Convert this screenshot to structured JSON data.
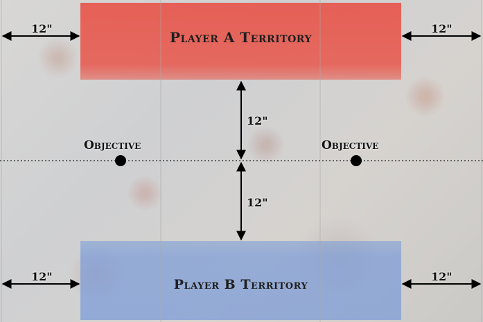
{
  "zones": {
    "player_a": {
      "label": "Player A Territory",
      "color": "#e8564a"
    },
    "player_b": {
      "label": "Player B Territory",
      "color": "#7a9bd8"
    }
  },
  "objectives": {
    "left_label": "Objective",
    "right_label": "Objective",
    "marker_color": "#000000"
  },
  "measurements": {
    "top_left": "12\"",
    "top_right": "12\"",
    "bottom_left": "12\"",
    "bottom_right": "12\"",
    "center_upper": "12\"",
    "center_lower": "12\""
  }
}
